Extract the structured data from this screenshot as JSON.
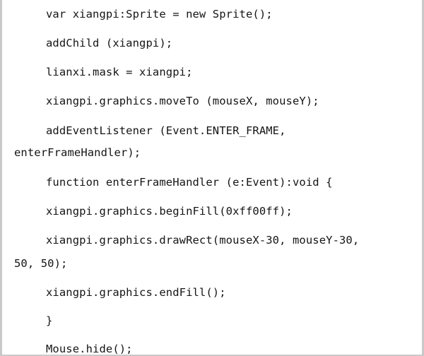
{
  "code": {
    "lines": [
      "var xiangpi:Sprite = new Sprite();",
      "addChild (xiangpi);",
      "lianxi.mask = xiangpi;",
      "xiangpi.graphics.moveTo (mouseX, mouseY);",
      "addEventListener (Event.ENTER_FRAME,",
      "enterFrameHandler);",
      "function enterFrameHandler (e:Event):void {",
      "xiangpi.graphics.beginFill(0xff00ff);",
      "xiangpi.graphics.drawRect(mouseX-30, mouseY-30,",
      "50, 50);",
      "xiangpi.graphics.endFill();",
      "}",
      "Mouse.hide();"
    ]
  }
}
